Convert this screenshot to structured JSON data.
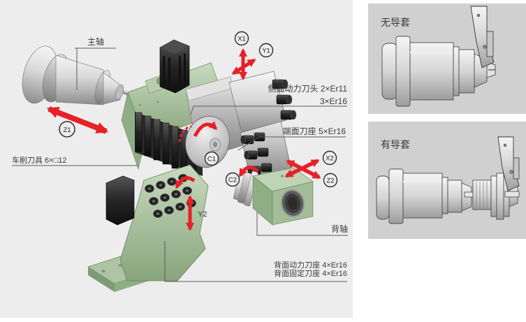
{
  "colors": {
    "main_bg": "#ededed",
    "panel_bg": "#d0d0d0",
    "arrow_red": "#e62129",
    "machine_green": "#a3bd99",
    "machine_dark": "#1e1e1e",
    "leader_line": "#5a5a5a",
    "text": "#3a3a3a"
  },
  "main_diagram": {
    "labels": {
      "main_spindle": "主轴",
      "turning_tools": "车削刀具 6×□12",
      "side_power_head_line1": "侧面动力刀头 2×Er11",
      "side_power_head_line2": "3×Er16",
      "end_face_holder": "端面刀座 5×Er16",
      "back_spindle": "背轴",
      "back_power_holder": "背面动力刀座 4×Er16",
      "back_fixed_holder": "背面固定刀座 4×Er16"
    },
    "axes": {
      "z1": "Z1",
      "x1": "X1",
      "y1": "Y1",
      "c1": "C1",
      "c2": "C2",
      "y2": "Y2",
      "x2": "X2",
      "z2": "Z2"
    }
  },
  "panels": {
    "top": {
      "title": "无导套"
    },
    "bottom": {
      "title": "有导套"
    }
  }
}
